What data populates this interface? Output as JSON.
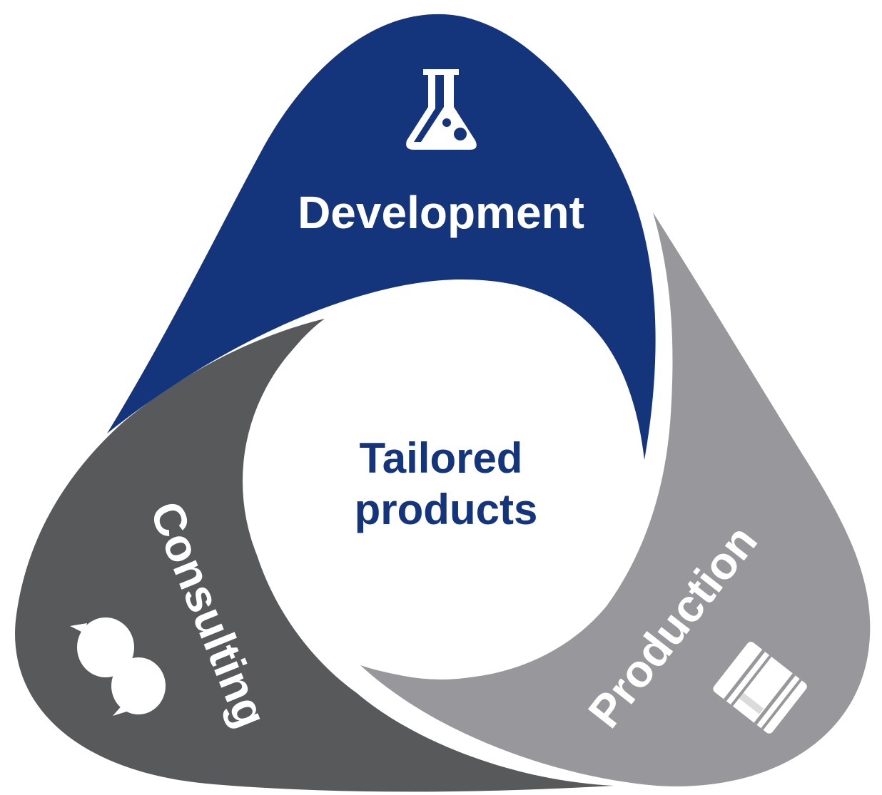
{
  "diagram": {
    "center": {
      "line1": "Tailored",
      "line2": "products"
    },
    "segments": [
      {
        "label": "Development",
        "icon": "flask-icon",
        "color": "#14357b"
      },
      {
        "label": "Production",
        "icon": "container-icon",
        "color": "#98989c"
      },
      {
        "label": "Consulting",
        "icon": "speech-bubbles-icon",
        "color": "#58595b"
      }
    ],
    "colors": {
      "center_text": "#14357b",
      "label_text": "#ffffff",
      "background": "#ffffff"
    }
  }
}
